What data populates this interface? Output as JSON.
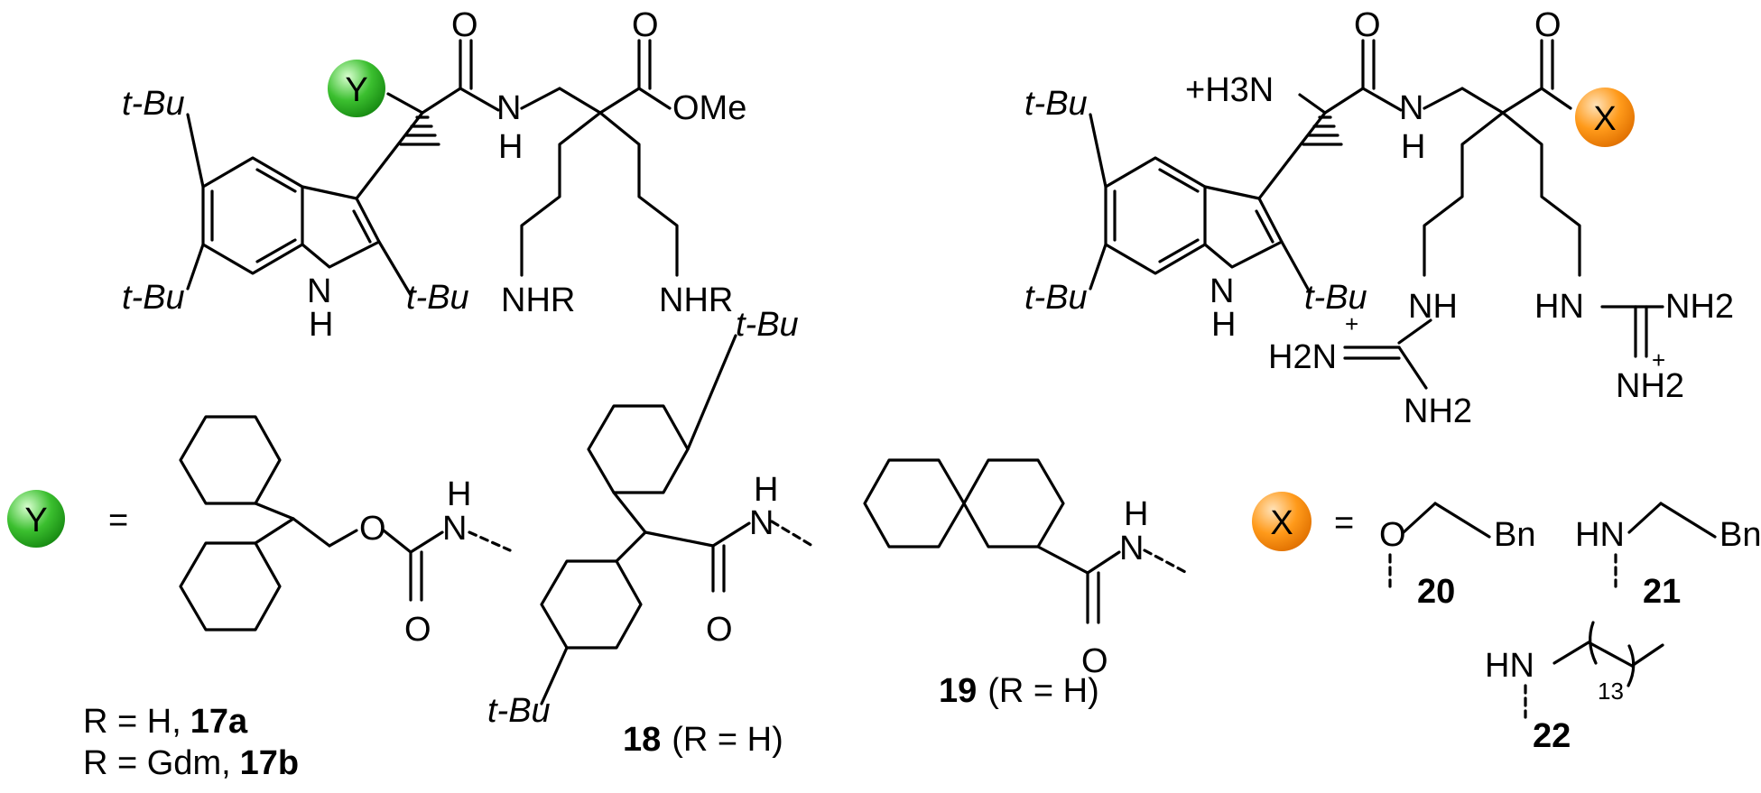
{
  "colors": {
    "y_ball": "#22a31e",
    "x_ball": "#ff8a00",
    "bond": "#000000",
    "background": "#ffffff"
  },
  "structures": {
    "left": {
      "y_label": "Y",
      "tbu_top": "t-Bu",
      "tbu_bottom": "t-Bu",
      "tbu_c2": "t-Bu",
      "amide_o": "O",
      "amide_nh": "N",
      "amide_h": "H",
      "ester_o": "O",
      "ester_ome": "OMe",
      "indole_n": "N",
      "indole_h": "H",
      "arm1": "NHR",
      "arm2": "NHR"
    },
    "right": {
      "ammonium": "+H3N",
      "tbu_top": "t-Bu",
      "tbu_bottom": "t-Bu",
      "tbu_c2": "t-Bu",
      "amide_o": "O",
      "amide_n": "N",
      "amide_h": "H",
      "carbonyl_o": "O",
      "x_label": "X",
      "indole_n": "N",
      "indole_h": "H",
      "gdm1_nh": "NH",
      "gdm1_h2n": "H2N",
      "gdm1_plus": "+",
      "gdm1_nh2": "NH2",
      "gdm2_hn": "HN",
      "gdm2_nh2_top": "NH2",
      "gdm2_plus": "+",
      "gdm2_nh2_bottom": "NH2"
    }
  },
  "legend": {
    "y_label": "Y",
    "y_equals": "=",
    "x_label": "X",
    "x_equals": "="
  },
  "substituents": {
    "fmoc": {
      "o_ether": "O",
      "o_carbonyl": "O",
      "nh_n": "N",
      "nh_h": "H"
    },
    "tbu_fluorenyl": {
      "tbu_top": "t-Bu",
      "tbu_bottom": "t-Bu",
      "o": "O",
      "nh_n": "N",
      "nh_h": "H"
    },
    "naphthoyl": {
      "o": "O",
      "nh_n": "N",
      "nh_h": "H"
    },
    "x20": {
      "o": "O",
      "bn": "Bn"
    },
    "x21": {
      "hn": "HN",
      "bn": "Bn"
    },
    "x22": {
      "hn": "HN",
      "repeat": "13"
    }
  },
  "compound_labels": {
    "c17a_text": "R = H,",
    "c17a_num": "17a",
    "c17b_text": "R = Gdm,",
    "c17b_num": "17b",
    "c18_num": "18",
    "c18_text": "(R = H)",
    "c19_num": "19",
    "c19_text": "(R = H)",
    "c20_num": "20",
    "c21_num": "21",
    "c22_num": "22"
  }
}
